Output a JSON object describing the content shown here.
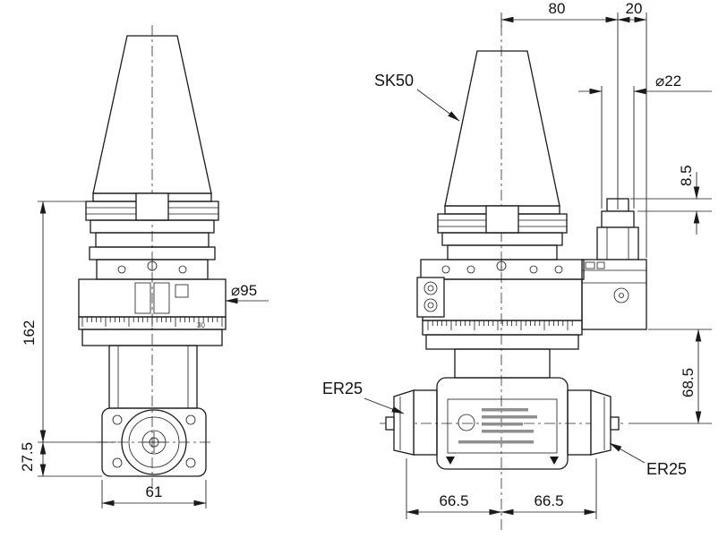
{
  "front_view": {
    "dim_height": "162",
    "dim_offset": "27.5",
    "dim_width": "61",
    "dim_dial_diameter": "⌀95",
    "scale_number": "30"
  },
  "side_view": {
    "label_taper": "SK50",
    "label_collet_left": "ER25",
    "label_collet_right": "ER25",
    "dim_center_to_pin": "80",
    "dim_pin_to_edge": "20",
    "dim_pin_diameter": "⌀22",
    "dim_step_height": "8.5",
    "dim_axis_height": "68.5",
    "dim_left_half": "66.5",
    "dim_right_half": "66.5"
  }
}
